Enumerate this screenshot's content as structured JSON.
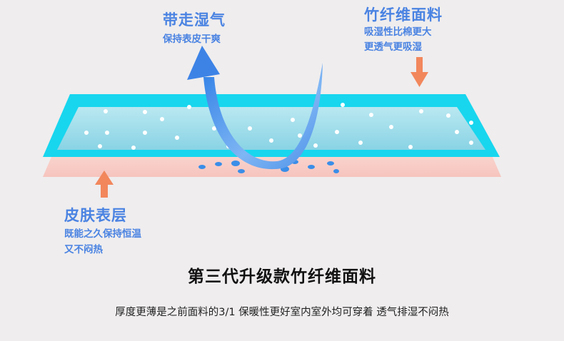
{
  "labels": {
    "moisture_title": "带走湿气",
    "moisture_desc": "保持表皮干爽",
    "fabric_title": "竹纤维面料",
    "fabric_desc_1": "吸湿性比棉更大",
    "fabric_desc_2": "更透气更吸湿",
    "skin_title": "皮肤表层",
    "skin_desc_1": "既能之久保持恒温",
    "skin_desc_2": "又不闷热"
  },
  "headline": "第三代升级款竹纤维面料",
  "tagline": "厚度更薄是之前面料的3/1   保暖性更好室内室外均可穿着  透气排湿不闷热",
  "colors": {
    "accent_blue": "#4a83e2",
    "fabric_cyan": "#18d6ee",
    "fabric_inner": "#a9dde9",
    "skin_pink": "#f7cdc8",
    "arrow_orange": "#f2875c",
    "background": "#efedee"
  }
}
